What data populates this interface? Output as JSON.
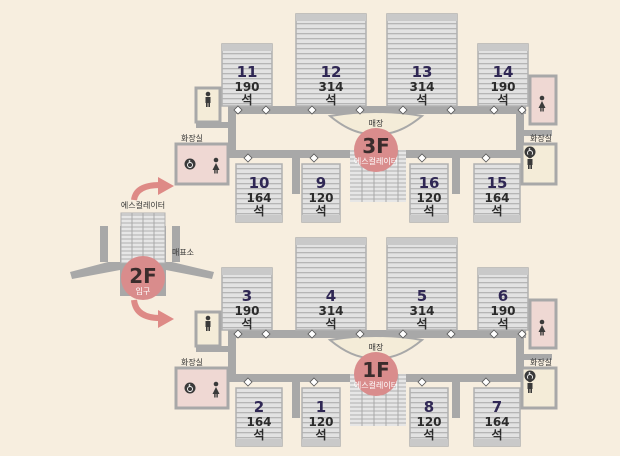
{
  "colors": {
    "background": "#f7eedf",
    "corridor": "#a8a8a8",
    "theater_fill": "#d9d9d9",
    "seat_row": "#b8b8b8",
    "floor_circle": "#d98c8c",
    "arrow": "#de8a86",
    "shop_fill": "#f4ecd8",
    "restroom_fill": "#efd8d3"
  },
  "icons": [
    "man-icon",
    "woman-icon",
    "wheelchair-icon",
    "arrow-icon",
    "door-diamond-icon"
  ],
  "entrance": {
    "escalator_label": "에스컬레이터",
    "ticket_label": "매표소",
    "floor": "2F",
    "floor_sub": "입구"
  },
  "floors": [
    {
      "floor": "3F",
      "floor_sub": "에스컬레이터",
      "shop_label": "매장",
      "restroom_left": "화장실",
      "restroom_right": "화장실",
      "halls": [
        {
          "number": "11",
          "seats": "190",
          "unit": "석"
        },
        {
          "number": "12",
          "seats": "314",
          "unit": "석"
        },
        {
          "number": "13",
          "seats": "314",
          "unit": "석"
        },
        {
          "number": "14",
          "seats": "190",
          "unit": "석"
        },
        {
          "number": "10",
          "seats": "164",
          "unit": "석"
        },
        {
          "number": "9",
          "seats": "120",
          "unit": "석"
        },
        {
          "number": "16",
          "seats": "120",
          "unit": "석"
        },
        {
          "number": "15",
          "seats": "164",
          "unit": "석"
        }
      ]
    },
    {
      "floor": "1F",
      "floor_sub": "에스컬레이터",
      "shop_label": "매장",
      "restroom_left": "화장실",
      "restroom_right": "화장실",
      "halls": [
        {
          "number": "3",
          "seats": "190",
          "unit": "석"
        },
        {
          "number": "4",
          "seats": "314",
          "unit": "석"
        },
        {
          "number": "5",
          "seats": "314",
          "unit": "석"
        },
        {
          "number": "6",
          "seats": "190",
          "unit": "석"
        },
        {
          "number": "2",
          "seats": "164",
          "unit": "석"
        },
        {
          "number": "1",
          "seats": "120",
          "unit": "석"
        },
        {
          "number": "8",
          "seats": "120",
          "unit": "석"
        },
        {
          "number": "7",
          "seats": "164",
          "unit": "석"
        }
      ]
    }
  ]
}
